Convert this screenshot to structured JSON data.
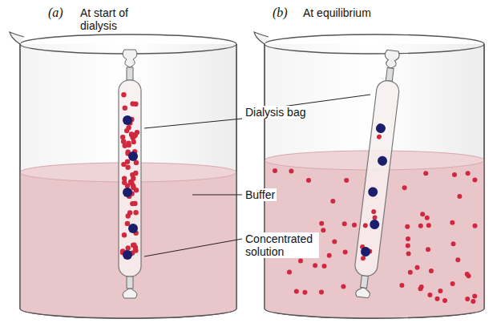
{
  "diagram": {
    "labels": [
      "(a)",
      "At start of dialysis",
      "(b)",
      "At equilibrium",
      "Dialysis bag",
      "Buffer",
      "Concentrated solution"
    ]
  }
}
